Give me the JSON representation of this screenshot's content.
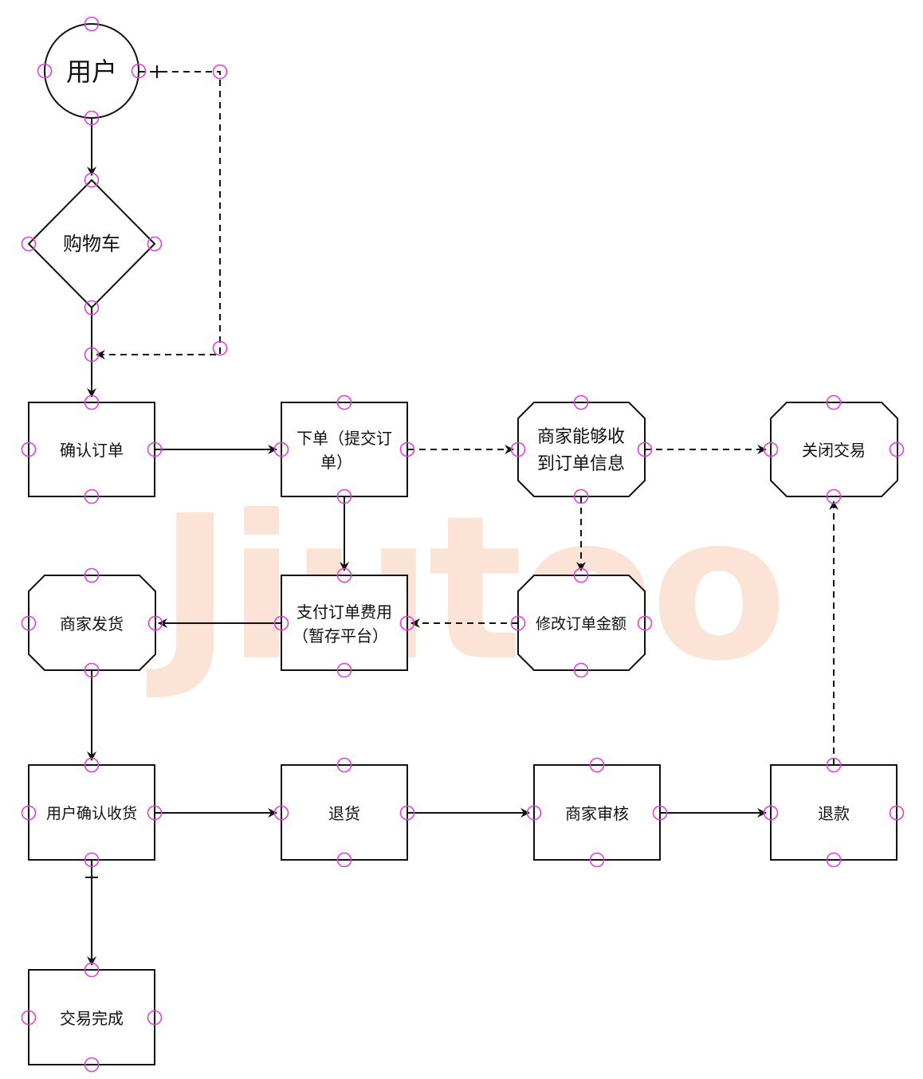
{
  "watermark": "Jiutoo",
  "colors": {
    "stroke": "#111111",
    "handle": "#e040e0",
    "watermark": "#fbe3d6",
    "background": "#ffffff"
  },
  "nodes": {
    "user": {
      "label": "用户"
    },
    "cart": {
      "label": "购物车"
    },
    "confirm_order": {
      "label": "确认订单"
    },
    "place_order": {
      "line1": "下单（提交订",
      "line2": "单）"
    },
    "merchant_receive": {
      "line1": "商家能够收",
      "line2": "到订单信息"
    },
    "close_deal": {
      "label": "关闭交易"
    },
    "merchant_ship": {
      "label": "商家发货"
    },
    "pay_order": {
      "line1": "支付订单费用",
      "line2": "（暂存平台）"
    },
    "modify_amount": {
      "label": "修改订单金额"
    },
    "user_confirm_receipt": {
      "label": "用户确认收货"
    },
    "return_goods": {
      "label": "退货"
    },
    "merchant_review": {
      "label": "商家审核"
    },
    "refund": {
      "label": "退款"
    },
    "deal_complete": {
      "label": "交易完成"
    }
  }
}
